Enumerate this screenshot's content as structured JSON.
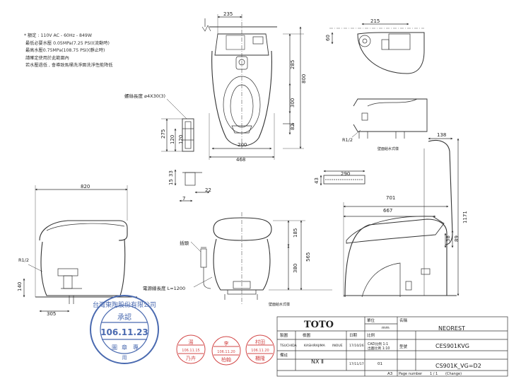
{
  "notes": [
    "* 額定 : 110V AC - 60Hz - 849W",
    "最低必要水壓 0.05MPa(7.25 PSI)(流動時)",
    "最高水壓0.75MPa(108.75 PSI)(靜止時)",
    "請確定使用於此範圍內",
    "若水壓過低 , 會導致馬桶洗淨面洗淨性能降低"
  ],
  "dimensions": {
    "d235": "235",
    "d215": "215",
    "d60": "60",
    "d285": "285",
    "d800": "800",
    "d300": "300",
    "d82": "82",
    "d200": "200",
    "d468": "468",
    "d275": "275",
    "d120a": "120",
    "d120b": "120",
    "d33": "33",
    "d15": "15",
    "d22": "22",
    "d7": "7",
    "d290": "290",
    "d43": "43",
    "d138": "138",
    "d701": "701",
    "d667": "667",
    "d1171": "1171",
    "d89": "89",
    "d38": "38",
    "d820": "820",
    "d185": "185",
    "d565": "565",
    "d380": "380",
    "d140": "140",
    "d305": "305"
  },
  "labels": {
    "screw": "螺絲長度 ⌀4X30(3)",
    "r12_right": "R1/2",
    "r12_left": "R1/2",
    "wall_valve_right": "壁面給水式樣",
    "wall_valve_bottom": "壁面給水式樣",
    "power_cord": "電源線長度 L=1200",
    "hose": "插頭"
  },
  "stamp": {
    "top": "台灣東陶股份有限公司",
    "center": "承認",
    "date": "106.11.23",
    "bottom_left": "圖",
    "bottom_mid": "章",
    "bottom_right": "專",
    "note": "用"
  },
  "small_stamps": [
    {
      "name": "湯",
      "date": "106.11.15",
      "sig": "乃卉"
    },
    {
      "name": "李",
      "date": "106.11.20",
      "sig": "柏翰"
    },
    {
      "name": "村田",
      "date": "106.11.20",
      "sig": "櫃隆"
    }
  ],
  "title_block": {
    "brand": "TOTO",
    "unit_label": "單位",
    "unit": "mm",
    "name_label": "名稱",
    "name": "NEOREST",
    "drawn_label": "製圖",
    "approved_label": "檢圖",
    "drawn_by": "TSUCHIDA",
    "approved_by": "KASHIRAJIMA",
    "checker": "INOUE",
    "date_label": "日期",
    "date1": "17/10/26",
    "scale_label": "比例",
    "scale_cad": "CAD比例 1:1",
    "scale_print": "出圖比例 1:10",
    "model_label": "型號",
    "model": "CES901KVG",
    "remark_label": "備註",
    "remark": "NX Ⅱ",
    "date2": "17/11/17",
    "rev": "01",
    "paper": "A3",
    "page_label": "Page number",
    "page": "1 / 1",
    "change_label": "(Change)",
    "drawing_no": "CS901K_VG=D2"
  }
}
